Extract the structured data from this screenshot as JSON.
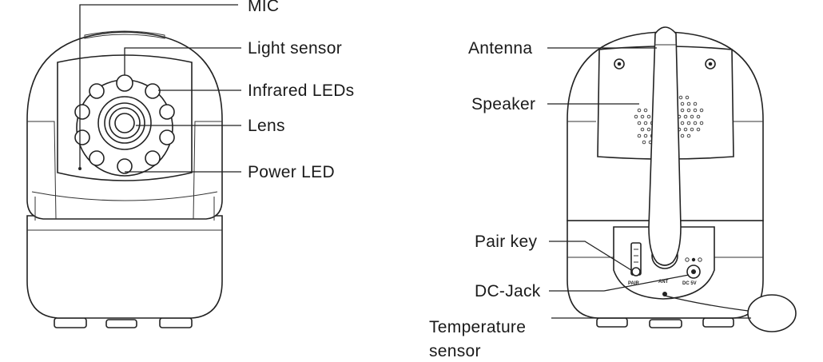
{
  "front_view": {
    "labels": {
      "mic": "MIC",
      "light_sensor": "Light sensor",
      "infrared_leds": "Infrared LEDs",
      "lens": "Lens",
      "power_led": "Power LED"
    }
  },
  "back_view": {
    "labels": {
      "antenna": "Antenna",
      "speaker": "Speaker",
      "pair_key": "Pair key",
      "dc_jack": "DC-Jack",
      "temperature_sensor_line1": "Temperature",
      "temperature_sensor_line2": "sensor"
    },
    "port_markings": {
      "pair": "PAIR",
      "ant": "ANT",
      "dc": "DC 5V"
    }
  }
}
